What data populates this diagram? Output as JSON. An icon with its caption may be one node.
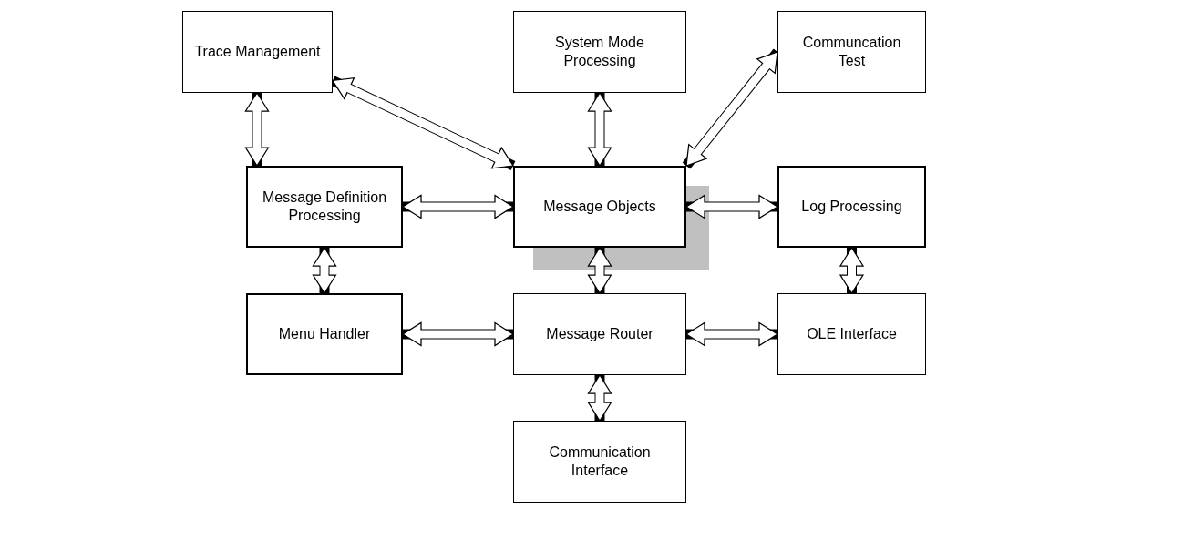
{
  "diagram": {
    "nodes": [
      {
        "text": [
          "Trace Management"
        ]
      },
      {
        "text": [
          "System Mode Processing"
        ]
      },
      {
        "text": [
          "Communcation Test"
        ]
      },
      {
        "text": [
          "Message Definition Processing"
        ]
      },
      {
        "text": [
          "Message Objects"
        ]
      },
      {
        "text": [
          "Log Processing"
        ]
      },
      {
        "text": [
          "Menu Handler"
        ]
      },
      {
        "text": [
          "Message Router"
        ]
      },
      {
        "text": [
          "OLE Interface"
        ]
      },
      {
        "text": [
          "Communication Interface"
        ]
      }
    ],
    "edges": [
      {
        "from": 0,
        "to": 3,
        "arrow": "both"
      },
      {
        "from": 0,
        "to": 4,
        "arrow": "both"
      },
      {
        "from": 1,
        "to": 4,
        "arrow": "both"
      },
      {
        "from": 2,
        "to": 4,
        "arrow": "both"
      },
      {
        "from": 3,
        "to": 4,
        "arrow": "both"
      },
      {
        "from": 4,
        "to": 5,
        "arrow": "both"
      },
      {
        "from": 3,
        "to": 6,
        "arrow": "both"
      },
      {
        "from": 4,
        "to": 7,
        "arrow": "both"
      },
      {
        "from": 5,
        "to": 8,
        "arrow": "both"
      },
      {
        "from": 6,
        "to": 7,
        "arrow": "both"
      },
      {
        "from": 7,
        "to": 8,
        "arrow": "both"
      },
      {
        "from": 7,
        "to": 9,
        "arrow": "both"
      }
    ]
  }
}
